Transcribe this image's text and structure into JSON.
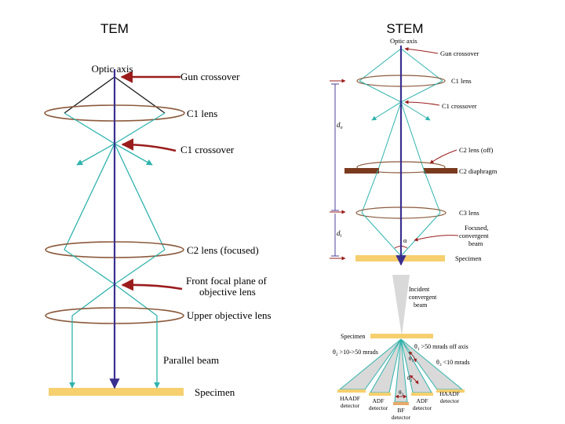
{
  "titles": {
    "left": "TEM",
    "right": "STEM"
  },
  "colors": {
    "axis": "#3a2f8f",
    "ray": "#2fb3ad",
    "gun_ray": "#1a1a1a",
    "lens": "#8b5a3c",
    "arrow": "#9b1c1c",
    "specimen": "#f6cf6e",
    "diaphragm": "#7a3a1e",
    "detector_fill": "#d9d9d9"
  },
  "tem": {
    "optic_axis": "Optic axis",
    "gun_crossover": "Gun crossover",
    "c1_lens": "C1 lens",
    "c1_crossover": "C1 crossover",
    "c2_lens": "C2 lens (focused)",
    "front_focal_line1": "Front focal plane of",
    "front_focal_line2": "objective lens",
    "upper_objective": "Upper objective lens",
    "parallel_beam": "Parallel beam",
    "specimen": "Specimen"
  },
  "stem": {
    "optic_axis": "Optic axis",
    "gun_crossover": "Gun crossover",
    "c1_lens": "C1 lens",
    "c1_crossover": "C1 crossover",
    "c2_lens": "C2 lens (off)",
    "c2_diaphragm": "C2 diaphragm",
    "c3_lens": "C3 lens",
    "d_o": "d",
    "d_o_sub": "o",
    "d_i": "d",
    "d_i_sub": "i",
    "focused_line1": "Focused,",
    "focused_line2": "convergent",
    "focused_line3": "beam",
    "alpha": "α",
    "specimen": "Specimen"
  },
  "detectors": {
    "incident_line1": "Incident",
    "incident_line2": "convergent",
    "incident_line3": "beam",
    "specimen": "Specimen",
    "theta1_text": "θ",
    "theta1_sub": "1",
    "theta1_rest": " >50 mrads off axis",
    "theta2_text": "θ",
    "theta2_sub": "2",
    "theta2_rest": " >10->50 mrads",
    "theta3_text": "θ",
    "theta3_sub": "3",
    "theta3_rest": " <10 mrads",
    "theta1_small": "θ",
    "theta1_small_sub": "1",
    "theta2_small": "θ",
    "theta2_small_sub": "2",
    "theta3_small": "θ",
    "theta3_small_sub": "3",
    "haadf_left_1": "HAADF",
    "haadf_left_2": "detector",
    "adf_left_1": "ADF",
    "adf_left_2": "detector",
    "bf_1": "BF",
    "bf_2": "detector",
    "adf_right_1": "ADF",
    "adf_right_2": "detector",
    "haadf_right_1": "HAADF",
    "haadf_right_2": "detector"
  }
}
